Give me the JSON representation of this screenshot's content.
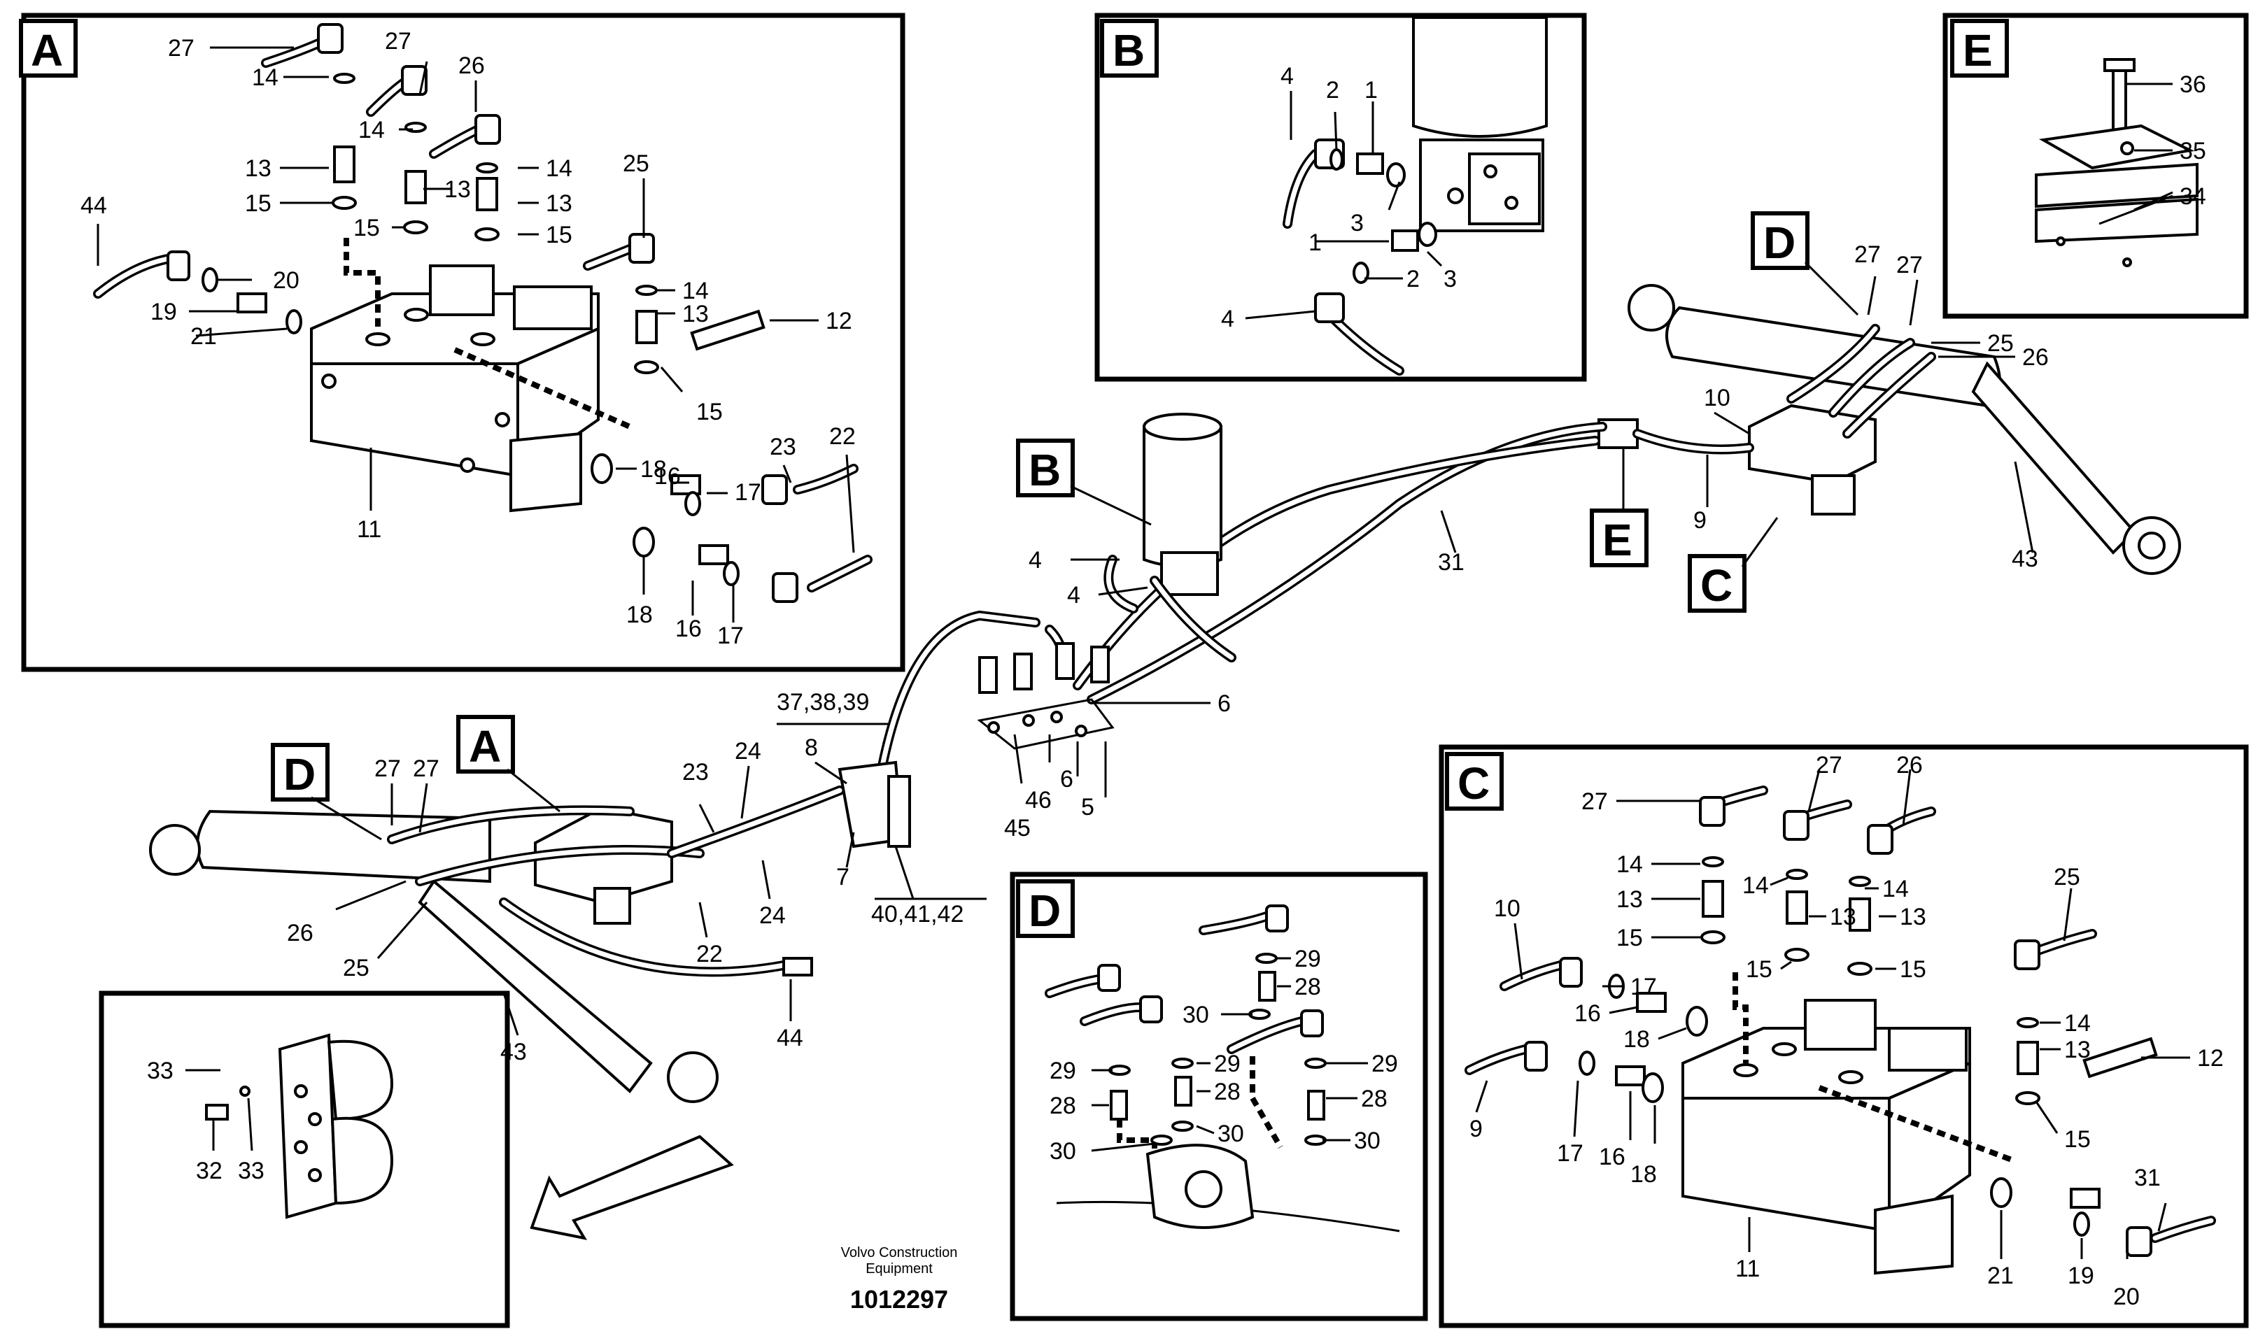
{
  "views": {
    "A": "A",
    "B": "B",
    "C": "C",
    "D": "D",
    "E": "E"
  },
  "callouts": {
    "A": "A",
    "B": "B",
    "C": "C",
    "D1": "D",
    "D2": "D",
    "E": "E"
  },
  "labels": {
    "a27a": "27",
    "a27b": "27",
    "a26": "26",
    "a14a": "14",
    "a14b": "14",
    "a14c": "14",
    "a14d": "14",
    "a13a": "13",
    "a13b": "13",
    "a13c": "13",
    "a13d": "13",
    "a15a": "15",
    "a15b": "15",
    "a15c": "15",
    "a15d": "15",
    "a25": "25",
    "a44": "44",
    "a20": "20",
    "a19": "19",
    "a21": "21",
    "a12": "12",
    "a18a": "18",
    "a18b": "18",
    "a16a": "16",
    "a16b": "16",
    "a17a": "17",
    "a17b": "17",
    "a23": "23",
    "a22": "22",
    "a11": "11",
    "b4a": "4",
    "b2a": "2",
    "b1a": "1",
    "b3a": "3",
    "b1b": "1",
    "b2b": "2",
    "b3b": "3",
    "b4b": "4",
    "e36": "36",
    "e35": "35",
    "e34": "34",
    "m27a": "27",
    "m27b": "27",
    "m25": "25",
    "m26": "26",
    "m10": "10",
    "m9": "9",
    "m43": "43",
    "m31": "31",
    "m4a": "4",
    "m4b": "4",
    "m6a": "6",
    "m6b": "6",
    "m46": "46",
    "m45": "45",
    "m5": "5",
    "m37": "37,38,39",
    "m8": "8",
    "m24a": "24",
    "m24b": "24",
    "m23": "23",
    "m7": "7",
    "m40": "40,41,42",
    "m27c": "27",
    "m27d": "27",
    "m26b": "26",
    "m25b": "25",
    "m22": "22",
    "m44": "44",
    "m43b": "43",
    "i33a": "33",
    "i32": "32",
    "i33b": "33",
    "d29a": "29",
    "d28a": "28",
    "d30a": "30",
    "d29b": "29",
    "d28b": "28",
    "d30b": "30",
    "d29c": "29",
    "d28c": "28",
    "d30c": "30",
    "d29d": "29",
    "d28d": "28",
    "d30d": "30",
    "c27a": "27",
    "c27b": "27",
    "c26": "26",
    "c25": "25",
    "c10": "10",
    "c14a": "14",
    "c14b": "14",
    "c14c": "14",
    "c14d": "14",
    "c13a": "13",
    "c13b": "13",
    "c13c": "13",
    "c13d": "13",
    "c15a": "15",
    "c15b": "15",
    "c15c": "15",
    "c15d": "15",
    "c17a": "17",
    "c16a": "16",
    "c18a": "18",
    "c12": "12",
    "c9": "9",
    "c17b": "17",
    "c16b": "16",
    "c18b": "18",
    "c11": "11",
    "c21": "21",
    "c19": "19",
    "c20": "20",
    "c31": "31"
  },
  "caption": {
    "company_line1": "Volvo Construction",
    "company_line2": "Equipment",
    "number": "1012297"
  }
}
